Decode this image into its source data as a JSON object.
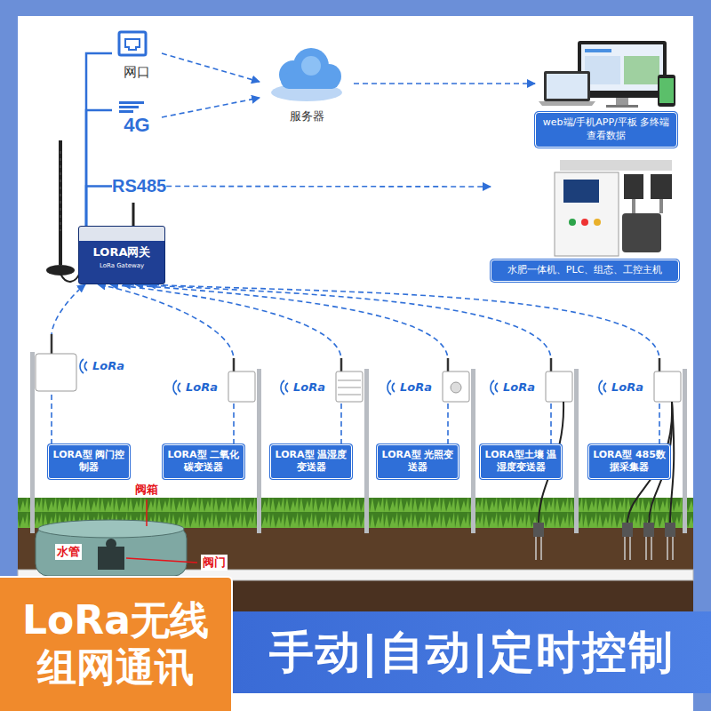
{
  "diagram": {
    "nodes": [
      {
        "text": [
          "网口"
        ]
      },
      {
        "text": [
          "服务器"
        ]
      },
      {
        "text": [
          "web端/手机APP/平板 多终端查看数据"
        ]
      },
      {
        "text": [
          "4G"
        ]
      },
      {
        "text": [
          "RS485"
        ]
      },
      {
        "text": [
          "水肥一体机、PLC、组态、工控主机"
        ]
      },
      {
        "text": [
          "LORA网关",
          "LoRa Gateway"
        ]
      },
      {
        "text": [
          "LORA型 阀门控制器"
        ]
      },
      {
        "text": [
          "LORA型 二氧化碳变送器"
        ]
      },
      {
        "text": [
          "LORA型 温湿度变送器"
        ]
      },
      {
        "text": [
          "LORA型 光照变送器"
        ]
      },
      {
        "text": [
          "LORA型土壤 温湿度变送器"
        ]
      },
      {
        "text": [
          "LORA型 485数据采集器"
        ]
      },
      {
        "text": [
          "LoRa无线 组网通讯"
        ]
      },
      {
        "text": [
          "手动|自动|定时控制"
        ]
      }
    ],
    "edges": [
      {
        "from": 0,
        "to": 1,
        "arrow": "to"
      },
      {
        "from": 3,
        "to": 1,
        "arrow": "to"
      },
      {
        "from": 1,
        "to": 2,
        "arrow": "to"
      },
      {
        "from": 4,
        "to": 5,
        "arrow": "to"
      },
      {
        "from": 6,
        "to": 0,
        "arrow": "none"
      },
      {
        "from": 6,
        "to": 3,
        "arrow": "none"
      },
      {
        "from": 6,
        "to": 4,
        "arrow": "none"
      },
      {
        "from": 7,
        "to": 6,
        "arrow": "to"
      },
      {
        "from": 8,
        "to": 6,
        "arrow": "to"
      },
      {
        "from": 9,
        "to": 6,
        "arrow": "to"
      },
      {
        "from": 10,
        "to": 6,
        "arrow": "to"
      },
      {
        "from": 11,
        "to": 6,
        "arrow": "to"
      },
      {
        "from": 12,
        "to": 6,
        "arrow": "to"
      }
    ],
    "labels": [
      "LoRa",
      "LoRa",
      "LoRa",
      "LoRa",
      "LoRa",
      "LoRa",
      "阀箱",
      "水管",
      "阀门"
    ]
  }
}
